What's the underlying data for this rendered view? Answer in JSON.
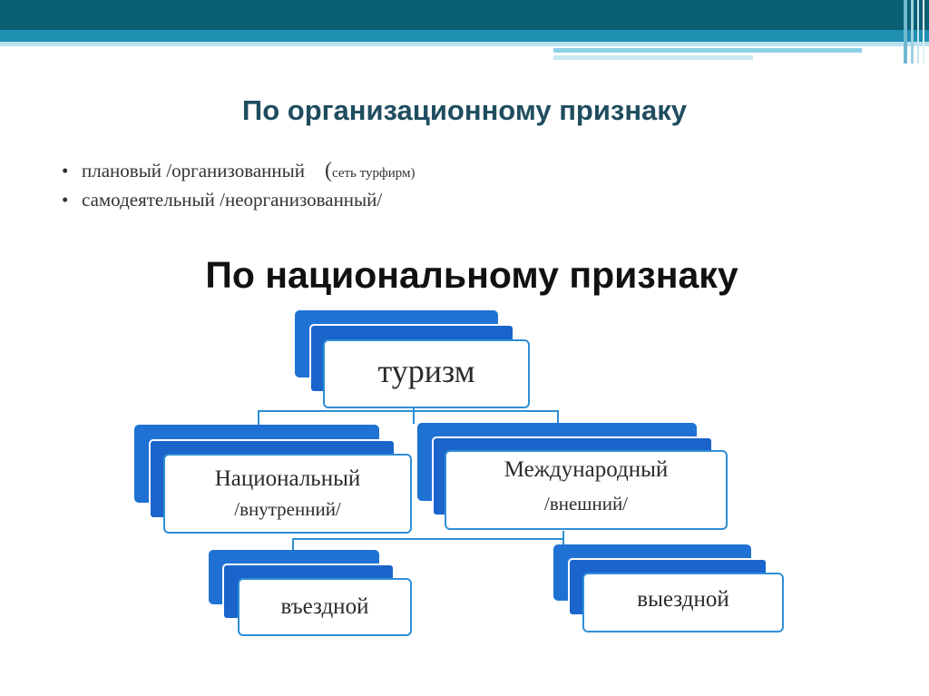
{
  "heading_org": "По организационному признаку",
  "bullets": [
    {
      "marker": "•",
      "text": "плановый /организованный",
      "paren": "(",
      "note": "сеть турфирм)"
    },
    {
      "marker": "•",
      "text": "самодеятельный /неорганизованный/"
    }
  ],
  "heading_nat": "По национальному признаку",
  "diagram": {
    "root": {
      "label": "туризм"
    },
    "national": {
      "label": "Национальный",
      "sub": "/внутренний/"
    },
    "international": {
      "label": "Международный",
      "sub": "/внешний/"
    },
    "inbound": {
      "label": "въездной"
    },
    "outbound": {
      "label": "выездной"
    }
  },
  "colors": {
    "banner_dark": "#0a5f73",
    "banner_mid": "#1f8fb2",
    "node_blue": "#1f72d4",
    "node_border": "#2f8fd6",
    "title_color": "#1f4d5f"
  }
}
